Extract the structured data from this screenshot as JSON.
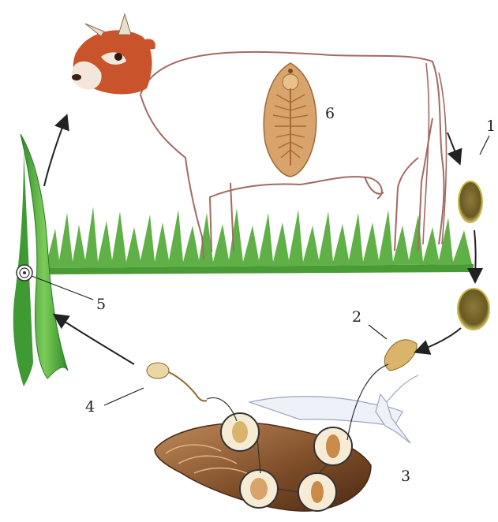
{
  "labels": {
    "egg_in_feces": "1",
    "miracidium": "2",
    "snail_host": "3",
    "cercaria": "4",
    "cyst_on_grass": "5",
    "adult_fluke": "6"
  },
  "colors": {
    "cow_outline": "#a36a62",
    "cow_head": "#c9532a",
    "grass": "#4fa63a",
    "egg": "#e8d88a",
    "fluke": "#d9a36c",
    "snail_shell": "#8a5a34",
    "arrow": "#222222"
  },
  "icons": [
    "cow-icon",
    "liver-fluke-icon",
    "egg-icon",
    "miracidium-icon",
    "snail-icon",
    "cercaria-icon",
    "grass-blade-icon",
    "cyst-icon"
  ]
}
